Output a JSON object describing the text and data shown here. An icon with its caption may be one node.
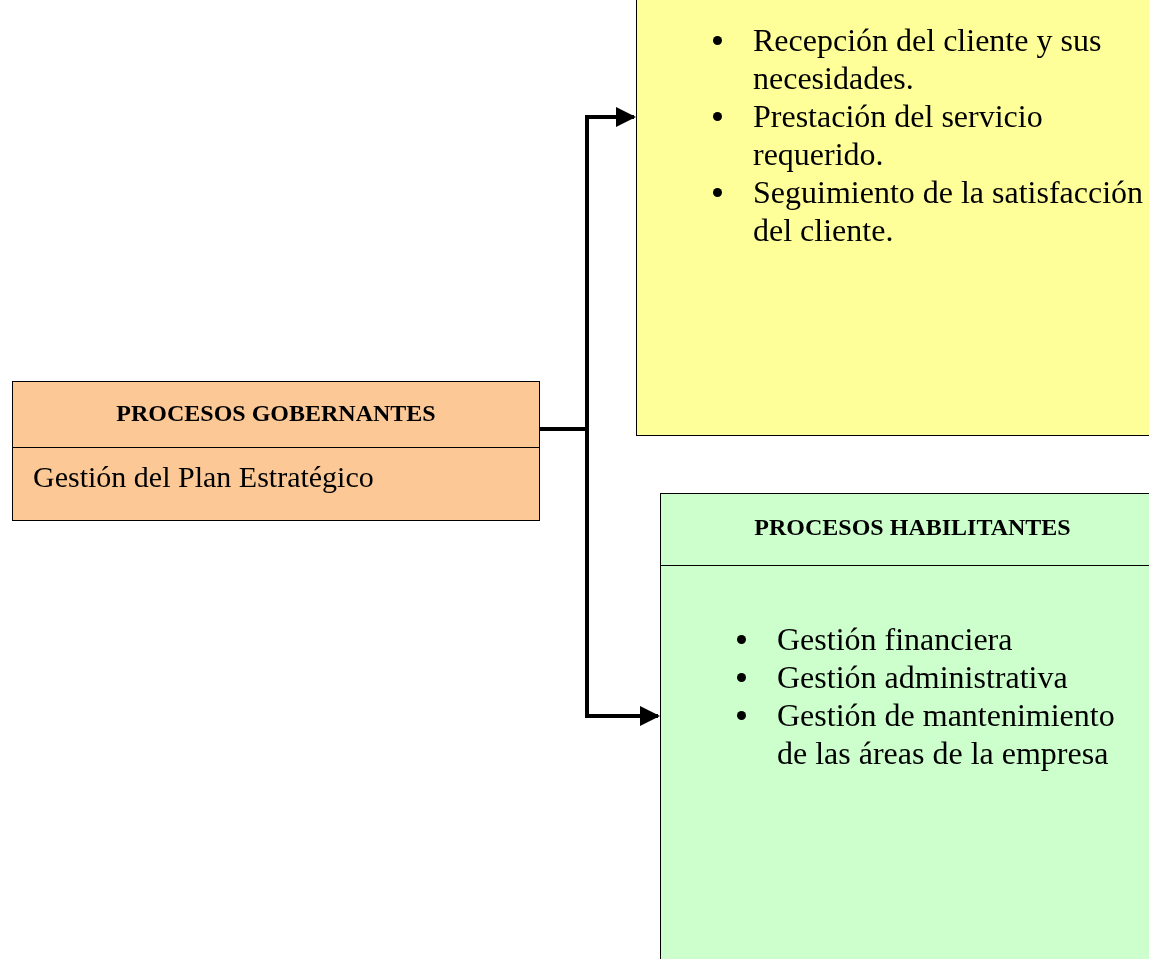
{
  "diagram": {
    "nodes": [
      {
        "text": [
          "PROCESOS GOBERNANTES",
          "Gestión del Plan Estratégico"
        ]
      },
      {
        "text": [
          "Recepción del cliente y sus necesidades.",
          "Prestación del servicio requerido.",
          "Seguimiento de la satisfacción del cliente."
        ]
      },
      {
        "text": [
          "PROCESOS HABILITANTES",
          "Gestión financiera",
          "Gestión administrativa",
          "Gestión de mantenimiento de las áreas de la empresa"
        ]
      }
    ],
    "edges": [
      {
        "from": 0,
        "to": 1,
        "arrow": "to"
      },
      {
        "from": 0,
        "to": 2,
        "arrow": "to"
      }
    ]
  }
}
